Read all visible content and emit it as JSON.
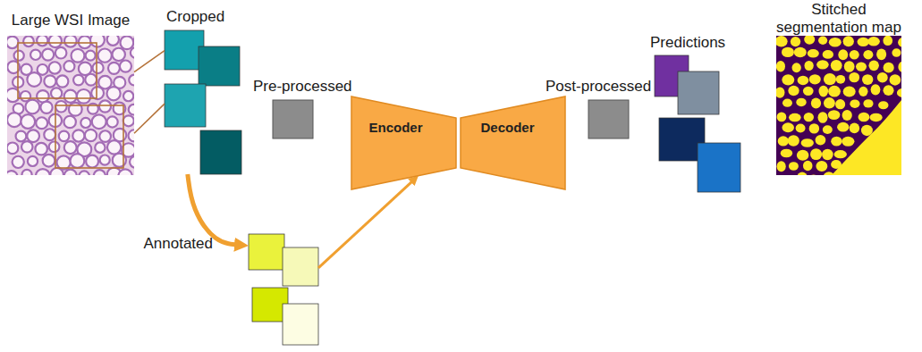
{
  "diagram": {
    "nodes": [
      {
        "text": [
          "Large WSI Image"
        ]
      },
      {
        "text": [
          "Cropped"
        ]
      },
      {
        "text": [
          "Pre-processed"
        ]
      },
      {
        "text": [
          "Encoder"
        ]
      },
      {
        "text": [
          "Decoder"
        ]
      },
      {
        "text": [
          "Post-processed"
        ]
      },
      {
        "text": [
          "Predictions"
        ]
      },
      {
        "text": [
          "Stitched segmentation map"
        ]
      },
      {
        "text": [
          "Annotated"
        ]
      }
    ],
    "edges": [
      {
        "from": 0,
        "to": 1,
        "arrow": "none"
      },
      {
        "from": 0,
        "to": 1,
        "arrow": "none"
      },
      {
        "from": 1,
        "to": 8,
        "arrow": "to"
      },
      {
        "from": 8,
        "to": 3,
        "arrow": "to"
      }
    ]
  }
}
